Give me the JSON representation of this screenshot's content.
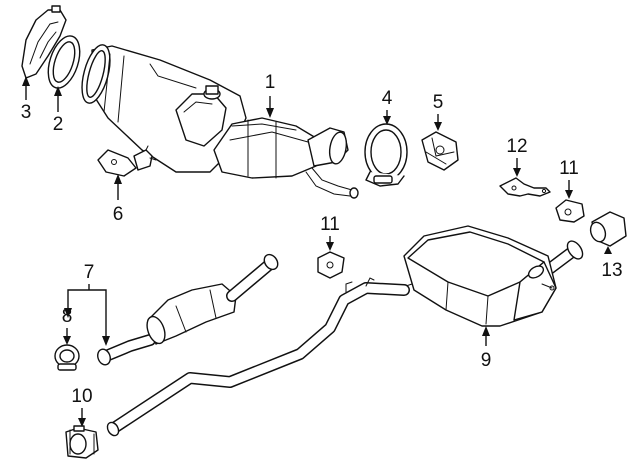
{
  "callouts": [
    {
      "id": "c1",
      "text": "1",
      "part": "catalytic-converter"
    },
    {
      "id": "c2",
      "text": "2",
      "part": "gasket-ring"
    },
    {
      "id": "c3",
      "text": "3",
      "part": "heat-shield"
    },
    {
      "id": "c4",
      "text": "4",
      "part": "band-clamp"
    },
    {
      "id": "c5",
      "text": "5",
      "part": "rubber-hanger"
    },
    {
      "id": "c6",
      "text": "6",
      "part": "support-bracket"
    },
    {
      "id": "c7",
      "text": "7",
      "part": "front-pipe-resonator"
    },
    {
      "id": "c8",
      "text": "8",
      "part": "pipe-clamp"
    },
    {
      "id": "c9",
      "text": "9",
      "part": "muffler"
    },
    {
      "id": "c10",
      "text": "10",
      "part": "sleeve-clamp"
    },
    {
      "id": "c11a",
      "text": "11",
      "part": "hanger-insulator"
    },
    {
      "id": "c11b",
      "text": "11",
      "part": "hanger-insulator"
    },
    {
      "id": "c12",
      "text": "12",
      "part": "hanger-bracket"
    },
    {
      "id": "c13",
      "text": "13",
      "part": "exhaust-tip"
    }
  ]
}
